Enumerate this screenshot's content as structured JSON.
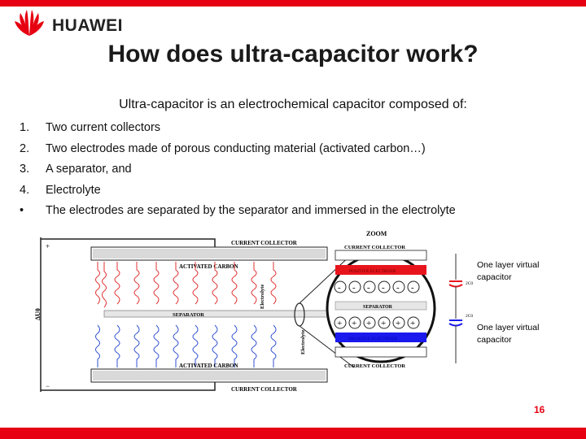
{
  "header": {
    "brand": "HUAWEI",
    "accent_color": "#e60012"
  },
  "slide": {
    "title": "How does ultra-capacitor work?",
    "intro": "Ultra-capacitor is an electrochemical capacitor composed of:",
    "points": [
      {
        "marker": "1.",
        "text": "Two current collectors"
      },
      {
        "marker": "2.",
        "text": "Two electrodes made of porous conducting material (activated carbon…)"
      },
      {
        "marker": "3.",
        "text": "A separator, and"
      },
      {
        "marker": "4.",
        "text": "Electrolyte"
      },
      {
        "marker": "•",
        "text": "The electrodes are separated by the separator and immersed in the electrolyte"
      }
    ],
    "page_number": "16"
  },
  "diagram": {
    "top_collector": "CURRENT COLLECTOR",
    "top_carbon": "ACTIVATED CARBON",
    "separator": "SEPARATOR",
    "bottom_carbon": "ACTIVATED CARBON",
    "bottom_collector": "CURRENT COLLECTOR",
    "electrolyte_1": "Electrolyte",
    "electrolyte_2": "Electrolyte",
    "voltage": "ΔU0",
    "plus": "+",
    "minus": "−",
    "zoom_label": "ZOOM",
    "zoom_current_collector_top": "CURRENT COLLECTOR",
    "zoom_positive": "POSITIVE ELECTRODE",
    "zoom_separator": "SEPARATOR",
    "zoom_negative": "NEGATIVE ELECTRODE",
    "zoom_current_collector_bottom": "CURRENT COLLECTOR",
    "neg_charge": "-",
    "pos_charge": "+",
    "cap_value_1": "2C0",
    "cap_value_2": "2C0",
    "cap_label_1": [
      "One layer virtual",
      "capacitor"
    ],
    "cap_label_2": [
      "One layer virtual",
      "capacitor"
    ],
    "colors": {
      "positive": "#e8141c",
      "negative": "#1a1aee",
      "red_layer": "#e03030",
      "blue_layer": "#3050d0"
    }
  }
}
